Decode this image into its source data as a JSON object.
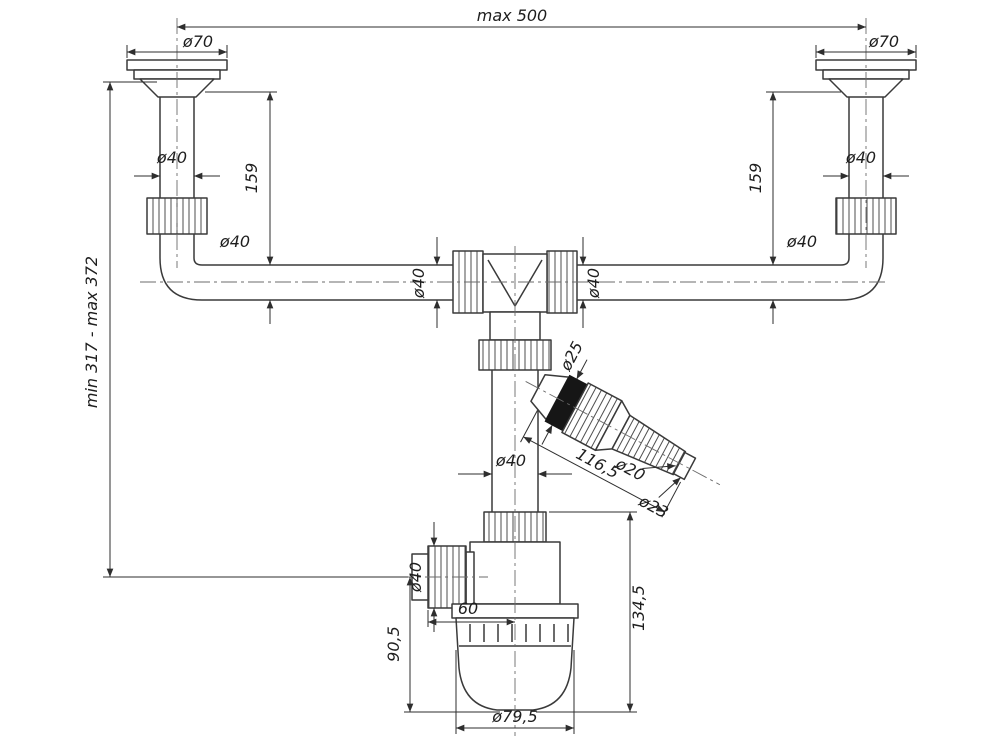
{
  "drawing": {
    "colors": {
      "line": "#3a3a3a",
      "dim": "#2e2e2e",
      "center": "#6b6b6b",
      "text": "#1e1e1e",
      "bg": "#ffffff",
      "seal": "#161616"
    },
    "labels": {
      "max_width": "max 500",
      "height_range": "min 317 - max 372",
      "flange_left_dia": "ø70",
      "flange_right_dia": "ø70",
      "left_pipe_dia": "ø40",
      "right_pipe_dia": "ø40",
      "left_pipe_len": "159",
      "right_pipe_len": "159",
      "left_elbow_dia": "ø40",
      "right_elbow_dia": "ø40",
      "tee_left_dia": "ø40",
      "tee_right_dia": "ø40",
      "center_pipe_dia": "ø40",
      "branch_dia": "ø25",
      "branch_len": "116,5",
      "branch_tip_inner_dia": "ø20",
      "branch_tip_outer_dia": "ø23",
      "trap_outlet_dia": "ø40",
      "outlet_offset": "60",
      "cup_height": "90,5",
      "trap_height": "134,5",
      "cup_dia": "ø79,5"
    }
  }
}
